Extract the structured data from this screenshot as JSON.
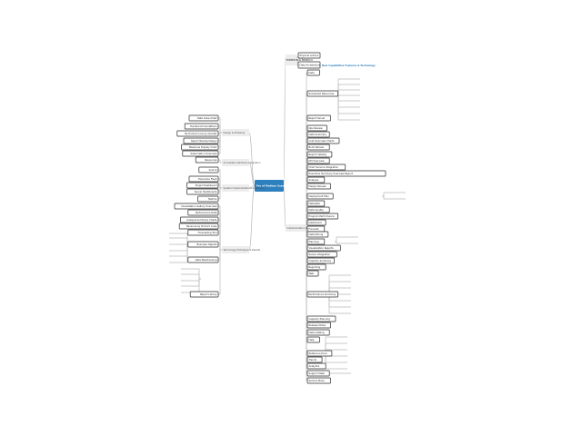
{
  "colors": {
    "center": "#2d7fbd",
    "center_text": "#ffffff",
    "link": "#b9b9b9",
    "node_border": "#2b2b2b",
    "group_fill": "#ededed",
    "header_blue": "#2d7fbd"
  },
  "mindmap": {
    "center": "Pro of Medium Scanning Ability (ppt)",
    "left_groups": [
      {
        "label": "Design & Modeling",
        "nodes": [
          "Data Cube Chart",
          "Top Recommendations",
          "By Product Line by Quarter",
          "Report Review Design",
          "Measures Display Chart",
          "Subscription Overview"
        ]
      },
      {
        "label": "Accessible Interfaces Integration",
        "nodes": [
          "Resources"
        ]
      },
      {
        "label": "System Implementations & Planning",
        "nodes": [
          "Source",
          "Executive Flash",
          "Project Dashboard",
          "Server Dashboards",
          "Metrics"
        ]
      },
      {
        "label": "Technology Prototypes & Results",
        "nodes": [
          "Visualization Gallery Overview",
          "Performance Data",
          "Analysis Summary Charts",
          "Revenue by Product Lines",
          "Forecasting Tool",
          "Business Objects",
          "Data Warehousing",
          "Report Library"
        ]
      }
    ],
    "right_groups": [
      {
        "label": "Source Code Library",
        "nodes": [
          "Physical Actions"
        ]
      },
      {
        "label": "Architecture & Technology",
        "nodes": [
          "Data Architecture"
        ],
        "header": "New Capabilities Features & Technology"
      },
      {
        "label": "Implementation & Reports",
        "nodes": [
          "Data",
          "Scheduled Resources",
          "Report Server",
          "Ops Review",
          "Data Summary",
          "Cost Overview Charts",
          "Build Review",
          "Report Catalog",
          "KPI Overview",
          "Chart Service Integration",
          "Executive Summary Overview Report",
          "Analysis",
          "Design Review",
          "Deployment Plan",
          "Metadata",
          "Data Quality",
          "Program Performance",
          "Dashboard",
          "Forecast",
          "Data Mining",
          "Planning",
          "Visualization Reports",
          "Server Integration",
          "Capacity Summary",
          "Reporting",
          "Web",
          "Performance Summary",
          "Capacity Planning",
          "Release Notes",
          "Data Catalog",
          "Help",
          "Reference Docs",
          "Trends",
          "Analytics",
          "Support Desk",
          "Service Plans"
        ]
      }
    ]
  }
}
